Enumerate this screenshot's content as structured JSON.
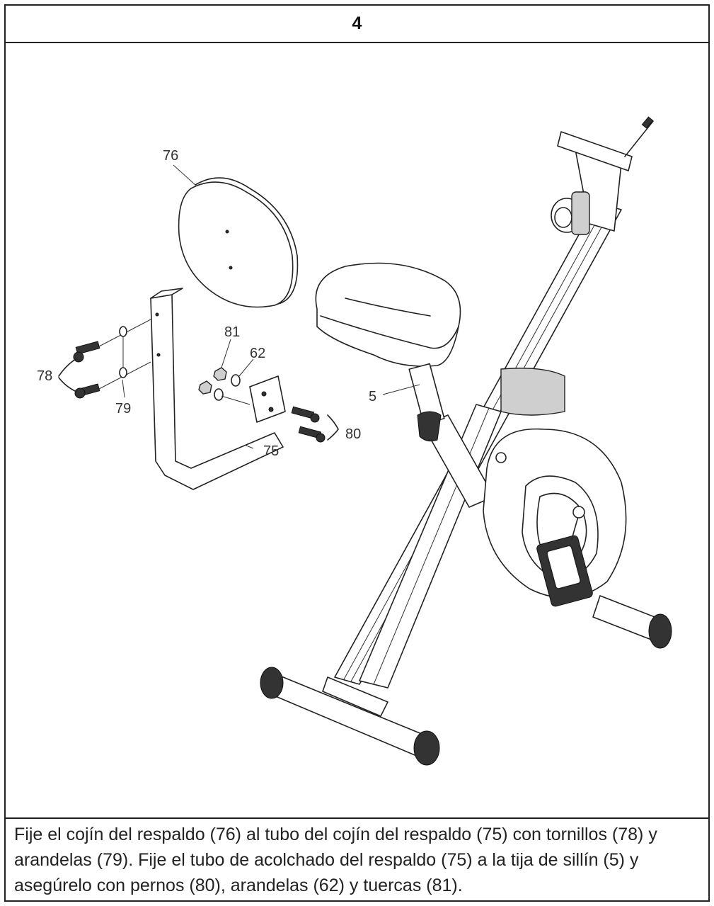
{
  "step": {
    "number": "4"
  },
  "callouts": {
    "c76": "76",
    "c81": "81",
    "c62": "62",
    "c78": "78",
    "c79": "79",
    "c5": "5",
    "c80": "80",
    "c75": "75"
  },
  "caption": {
    "text": "Fije el cojín del respaldo (76) al tubo del cojín del respaldo (75) con tornillos (78) y arandelas (79). Fije el tubo de acolchado del respaldo (75) a la tija de sillín (5) y asegúrelo con pernos (80), arandelas (62) y tuercas (81)."
  }
}
